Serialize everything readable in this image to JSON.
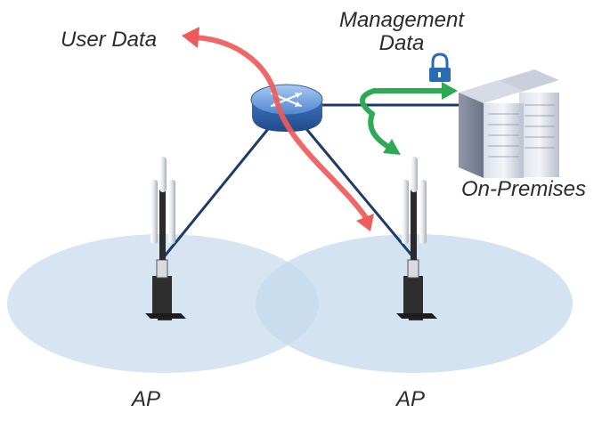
{
  "labels": {
    "user_data": "User Data",
    "management_line1": "Management",
    "management_line2": "Data",
    "on_premises": "On-Premises",
    "ap_left": "AP",
    "ap_right": "AP"
  },
  "colors": {
    "coverage": "#cfe0ef",
    "link": "#1f3a66",
    "user_data_arrow": "#ef5a5a",
    "management_arrow": "#2eaa55",
    "router": "#5b8fd4",
    "lock": "#2a6bb5"
  },
  "icons": {
    "router": "router-icon",
    "server": "server-icon",
    "lock": "lock-icon",
    "access_point": "access-point-icon"
  }
}
